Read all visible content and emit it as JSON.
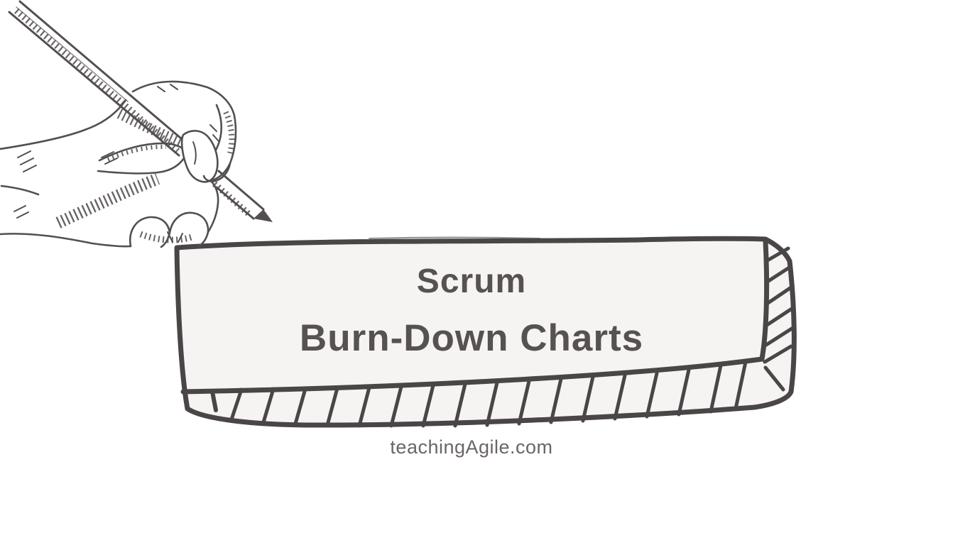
{
  "theme": {
    "page-bg": "#ffffff",
    "ink": "#544f4f",
    "board-ink": "#4a4546",
    "board-fill": "#f5f4f3",
    "title-color": "#575151",
    "footer-color": "#6b6564"
  },
  "board": {
    "title_line1": "Scrum",
    "title_line2": "Burn-Down Charts"
  },
  "footer": {
    "site_label": "teachingAgile.com"
  },
  "illustration": {
    "name": "hand-holding-pencil-sketch"
  }
}
